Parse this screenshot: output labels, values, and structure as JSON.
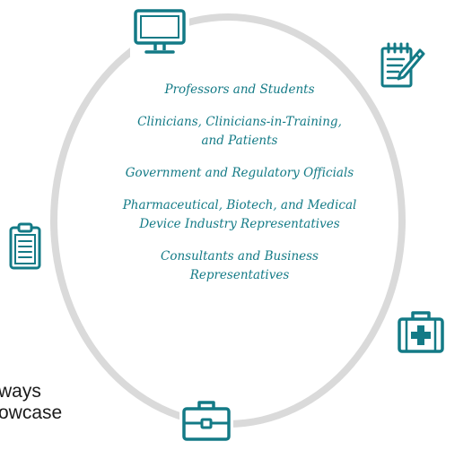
{
  "audiences": [
    "Professors and Students",
    "Clinicians, Clinicians-in-Training, and Patients",
    "Government and Regulatory Officials",
    "Pharmaceutical, Biotech, and Medical Device Industry Representatives",
    "Consultants and Business Representatives"
  ],
  "side_text": [
    "ways",
    "owcase"
  ],
  "icons": {
    "top": "monitor-icon",
    "upper_right": "notepad-icon",
    "left": "clipboard-icon",
    "lower_right": "medical-kit-icon",
    "bottom": "briefcase-icon"
  },
  "colors": {
    "accent": "#137a86",
    "ring": "#dadada",
    "icon_stroke": "#137a86",
    "body_text": "#1a1a1a"
  }
}
